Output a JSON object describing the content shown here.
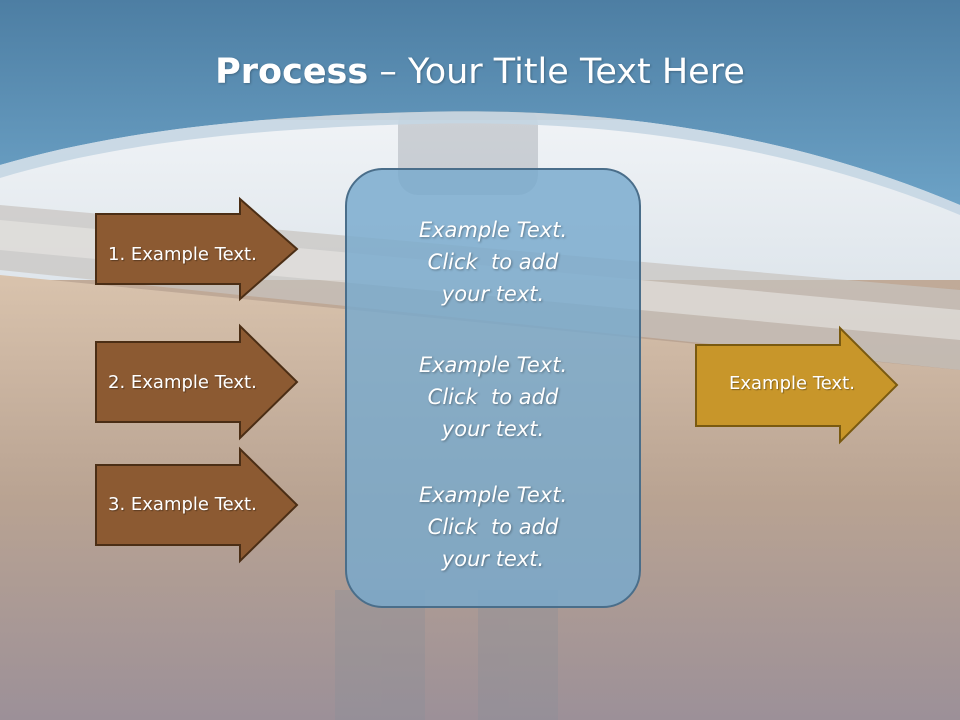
{
  "slide": {
    "title_bold": "Process",
    "title_rest": " – Your Title Text Here"
  },
  "left_arrows": [
    {
      "label": "1. Example Text."
    },
    {
      "label": "2. Example Text."
    },
    {
      "label": "3. Example Text."
    }
  ],
  "center_box": {
    "blocks": [
      {
        "line1": "Example Text.",
        "line2": "Click  to add",
        "line3": "your text."
      },
      {
        "line1": "Example Text.",
        "line2": "Click  to add",
        "line3": "your text."
      },
      {
        "line1": "Example Text.",
        "line2": "Click  to add",
        "line3": "your text."
      }
    ]
  },
  "right_arrow": {
    "label": "Example Text."
  },
  "colors": {
    "brown_arrow": "#8c5a32",
    "gold_arrow": "#c8962a",
    "box_fill": "#7fb0cf",
    "header_blue": "#5a8fb3"
  }
}
